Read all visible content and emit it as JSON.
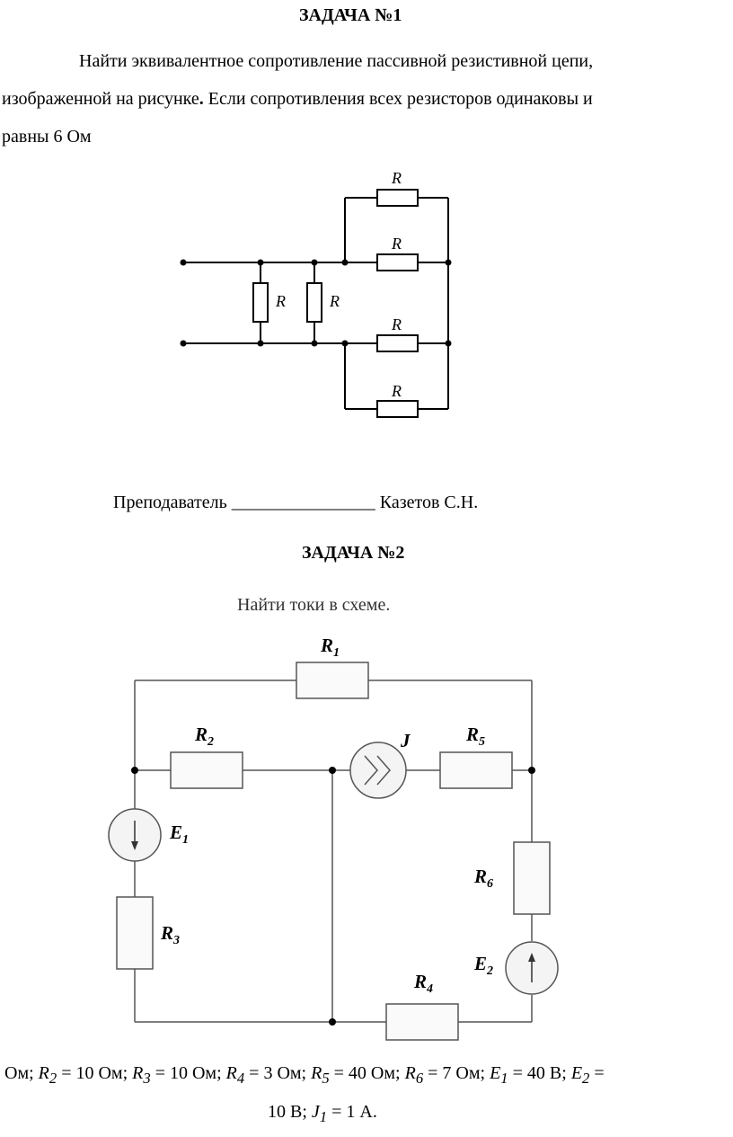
{
  "task1": {
    "title": "ЗАДАЧА №1",
    "line1": "Найти эквивалентное сопротивление пассивной резистивной цепи,",
    "line2_a": "изображенной на рисунке",
    "line2_b": ".",
    "line2_c": " Если сопротивления всех резисторов одинаковы и",
    "line3": "равны 6 Ом",
    "resistor_label": "R"
  },
  "teacher": {
    "role": "Преподаватель",
    "blank": "________________",
    "name": "Казетов С.Н."
  },
  "task2": {
    "title": "ЗАДАЧА №2",
    "statement": "Найти токи в схеме.",
    "labels": {
      "R": "R",
      "E": "E",
      "J": "J",
      "sub1": "1",
      "sub2": "2",
      "sub3": "3",
      "sub4": "4",
      "sub5": "5",
      "sub6": "6"
    },
    "params_line1": {
      "p0": "Ом; ",
      "p1": "R",
      "p1s": "2",
      "p1v": " = 10 Ом; ",
      "p2": "R",
      "p2s": "3",
      "p2v": " = 10 Ом; ",
      "p3": "R",
      "p3s": "4",
      "p3v": " = 3 Ом; ",
      "p4": "R",
      "p4s": "5",
      "p4v": " = 40 Ом; ",
      "p5": "R",
      "p5s": "6",
      "p5v": " = 7 Ом; ",
      "p6": "E",
      "p6s": "1",
      "p6v": " = 40 В; ",
      "p7": "E",
      "p7s": "2",
      "p7v": " ="
    },
    "params_line2": {
      "a": "10 В; ",
      "b": "J",
      "bs": "1",
      "bv": " = 1 А."
    }
  }
}
